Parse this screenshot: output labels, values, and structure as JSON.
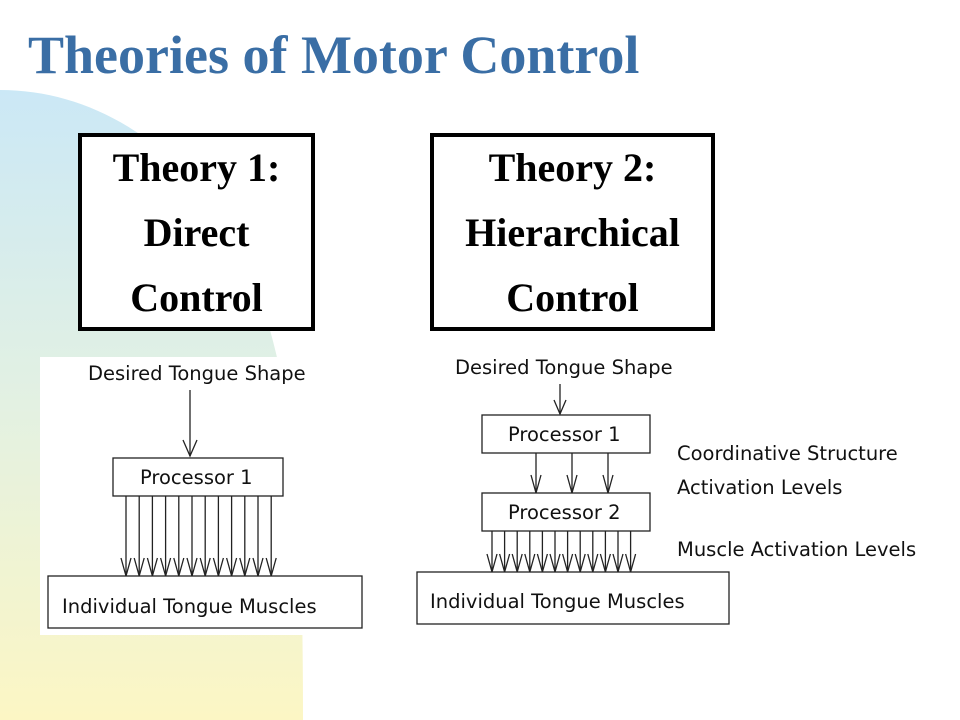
{
  "title": "Theories of Motor Control",
  "colors": {
    "title": "#3a6ea5",
    "bg_gradient_top": "#cfe9f5",
    "bg_gradient_bottom": "#fbf7c8"
  },
  "theory1": {
    "heading": "Theory 1:",
    "line2": "Direct",
    "line3": "Control"
  },
  "theory2": {
    "heading": "Theory 2:",
    "line2": "Hierarchical",
    "line3": "Control"
  },
  "diagram1": {
    "input_label": "Desired Tongue Shape",
    "processor_label": "Processor 1",
    "output_label": "Individual Tongue Muscles"
  },
  "diagram2": {
    "input_label": "Desired Tongue Shape",
    "processor1_label": "Processor 1",
    "processor2_label": "Processor 2",
    "coord_label_line1": "Coordinative Structure",
    "coord_label_line2": "Activation Levels",
    "muscle_label": "Muscle Activation Levels",
    "output_label": "Individual Tongue Muscles"
  }
}
